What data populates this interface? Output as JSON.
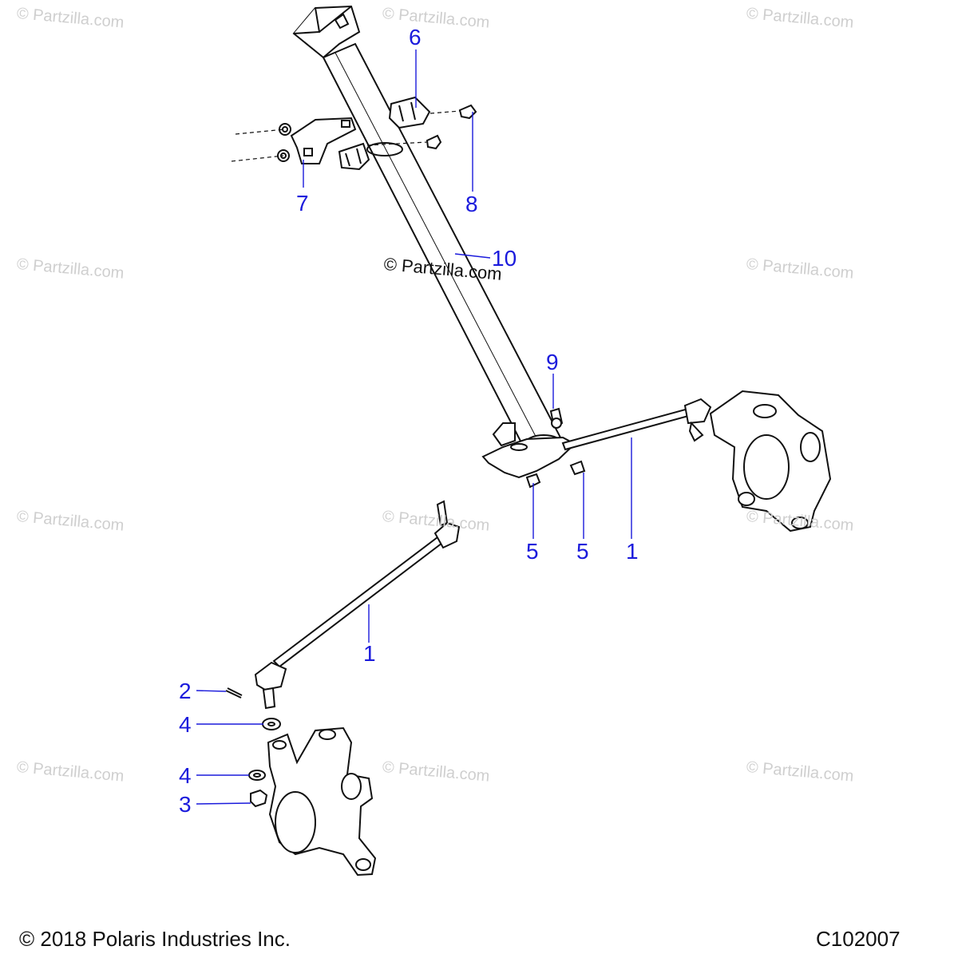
{
  "watermark": "© Partzilla.com",
  "callouts": {
    "c6": "6",
    "c7": "7",
    "c8": "8",
    "c10": "10",
    "c9": "9",
    "c5a": "5",
    "c5b": "5",
    "c1a": "1",
    "c1b": "1",
    "c2": "2",
    "c4a": "4",
    "c4b": "4",
    "c3": "3"
  },
  "footer": {
    "copyright": "© 2018 Polaris Industries Inc.",
    "diagram_code": "C102007"
  },
  "colors": {
    "callout": "#1b1bdc",
    "line": "#1b1bdc",
    "outline": "#111111",
    "watermark": "#cfcfcf"
  }
}
